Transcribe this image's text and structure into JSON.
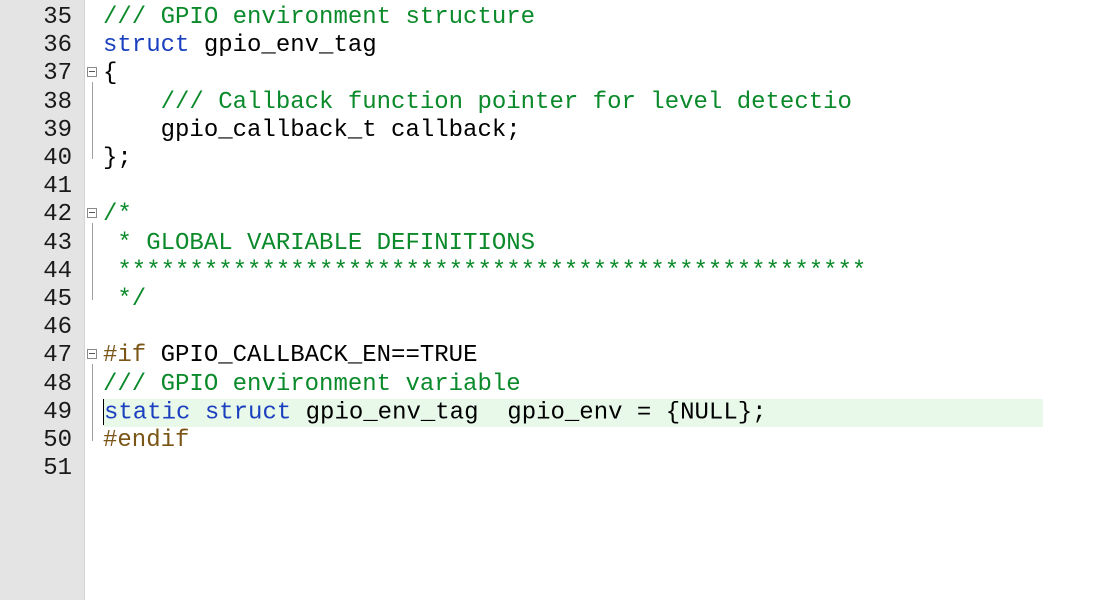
{
  "colors": {
    "gutter_bg": "#e4e4e4",
    "current_line_bg": "#e8f9ea",
    "keyword": "#1a3fbf",
    "comment": "#0a8a2a",
    "preprocessor": "#7a5516",
    "text": "#000000"
  },
  "icons": [
    "fold-collapse-icon"
  ],
  "lines": [
    {
      "num": "35",
      "tokens": [
        {
          "t": "/// GPIO environment structure",
          "c": "cm"
        }
      ]
    },
    {
      "num": "36",
      "tokens": [
        {
          "t": "struct",
          "c": "kw"
        },
        {
          "t": " gpio_env_tag",
          "c": ""
        }
      ]
    },
    {
      "num": "37",
      "fold": true,
      "tokens": [
        {
          "t": "{",
          "c": ""
        }
      ]
    },
    {
      "num": "38",
      "tokens": [
        {
          "t": "    /// Callback function pointer for level detectio",
          "c": "cm"
        }
      ]
    },
    {
      "num": "39",
      "tokens": [
        {
          "t": "    gpio_callback_t callback;",
          "c": ""
        }
      ]
    },
    {
      "num": "40",
      "tokens": [
        {
          "t": "};",
          "c": ""
        }
      ]
    },
    {
      "num": "41",
      "tokens": []
    },
    {
      "num": "42",
      "fold": true,
      "tokens": [
        {
          "t": "/*",
          "c": "cm"
        }
      ]
    },
    {
      "num": "43",
      "tokens": [
        {
          "t": " * GLOBAL VARIABLE DEFINITIONS",
          "c": "cm"
        }
      ]
    },
    {
      "num": "44",
      "tokens": [
        {
          "t": " ****************************************************",
          "c": "cm"
        }
      ]
    },
    {
      "num": "45",
      "tokens": [
        {
          "t": " */",
          "c": "cm"
        }
      ]
    },
    {
      "num": "46",
      "tokens": []
    },
    {
      "num": "47",
      "fold": true,
      "tokens": [
        {
          "t": "#if",
          "c": "pp"
        },
        {
          "t": " GPIO_CALLBACK_EN==TRUE",
          "c": ""
        }
      ]
    },
    {
      "num": "48",
      "tokens": [
        {
          "t": "/// GPIO environment variable",
          "c": "cm"
        }
      ]
    },
    {
      "num": "49",
      "current": true,
      "tokens": [
        {
          "t": "static",
          "c": "kw"
        },
        {
          "t": " ",
          "c": ""
        },
        {
          "t": "struct",
          "c": "kw"
        },
        {
          "t": " gpio_env_tag  gpio_env = {NULL};",
          "c": ""
        }
      ]
    },
    {
      "num": "50",
      "tokens": [
        {
          "t": "#endif",
          "c": "pp"
        }
      ]
    },
    {
      "num": "51",
      "tokens": []
    }
  ]
}
